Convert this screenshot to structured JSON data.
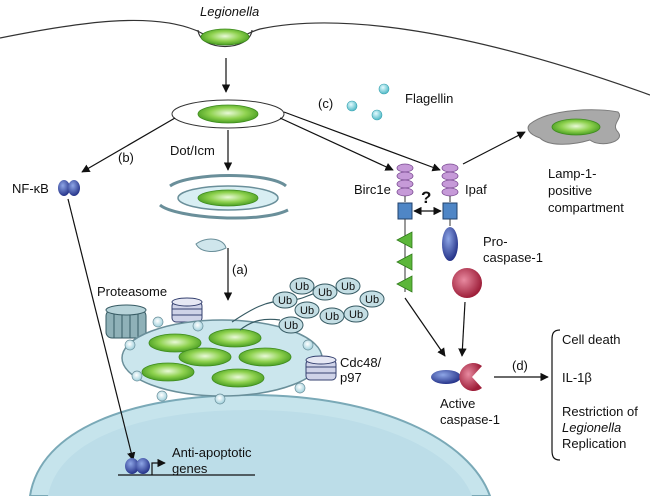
{
  "labels": {
    "legionella": "Legionella",
    "flagellin": "Flagellin",
    "label_b": "(b)",
    "label_c": "(c)",
    "label_a": "(a)",
    "label_d": "(d)",
    "dot_icm": "Dot/Icm",
    "nfkb": "NF-κB",
    "birc1e": "Birc1e",
    "ipaf": "Ipaf",
    "question": "?",
    "lamp_line1": "Lamp-1-",
    "lamp_line2": "positive",
    "lamp_line3": "compartment",
    "procasp_line1": "Pro-",
    "procasp_line2": "caspase-1",
    "proteasome": "Proteasome",
    "ub": "Ub",
    "cdc48_line1": "Cdc48/",
    "cdc48_line2": "p97",
    "active_line1": "Active",
    "active_line2": "caspase-1",
    "antiapop_line1": "Anti-apoptotic",
    "antiapop_line2": "genes"
  },
  "outcomes": {
    "cell_death": "Cell death",
    "il1b": "IL-1β",
    "restriction_line1": "Restriction of",
    "restriction_line2": "Legionella",
    "restriction_line3": "Replication"
  },
  "colors": {
    "bacterium": "#6cc23a",
    "vacuole": "#d9eef2",
    "membrane": "#6a8f9a",
    "nucleus": "#bfe0ea",
    "nfkb": "#3a4aa0",
    "birc_ipaf_coil": "#c69ad8",
    "card": "#4f86c6",
    "caspase": "#c0334e",
    "grey_compartment": "#a9a9a9"
  }
}
